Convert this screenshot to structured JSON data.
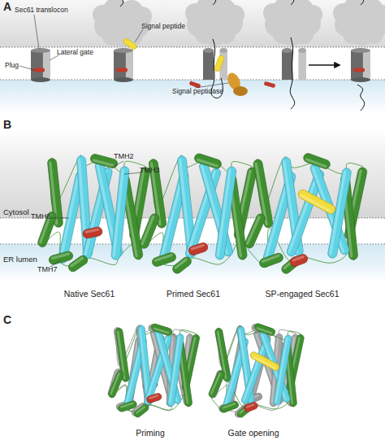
{
  "diagram": {
    "nodes": [
      {
        "text": [
          "Cytosol"
        ]
      },
      {
        "text": [
          "ER lumen"
        ]
      }
    ],
    "labels": [
      "A",
      "Sec61 translocon",
      "Signal peptide",
      "Lateral gate",
      "Plug",
      "Signal peptidase",
      "B",
      "TMH2",
      "TMH3",
      "TMH8",
      "TMH7",
      "Native Sec61",
      "Primed Sec61",
      "SP-engaged Sec61",
      "C",
      "Priming",
      "Gate opening"
    ]
  }
}
